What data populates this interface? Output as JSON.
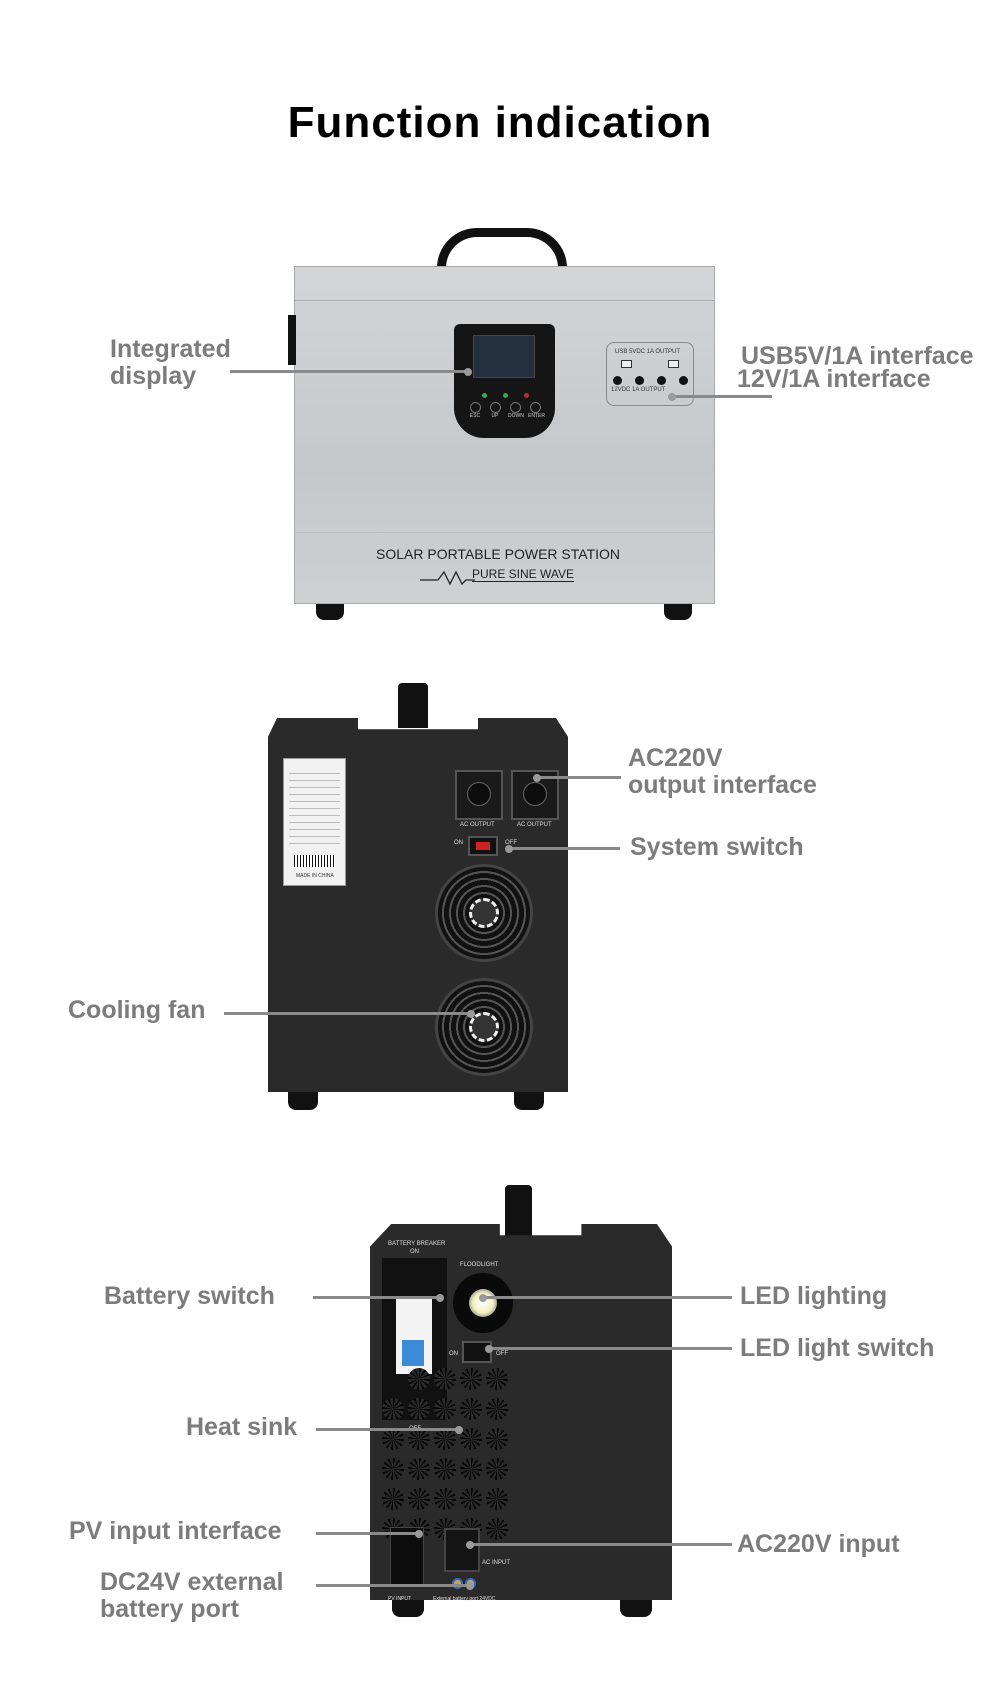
{
  "title": "Function indication",
  "unit_front": {
    "brand_line1": "SOLAR PORTABLE POWER STATION",
    "brand_line2": "PURE SINE WAVE",
    "usb_label": "USB 5VDC 1A OUTPUT",
    "dc_label": "12VDC 1A OUTPUT",
    "buttons": [
      "ESC",
      "UP",
      "DOWN",
      "ENTER"
    ],
    "labels": {
      "display": [
        "Integrated",
        "display"
      ],
      "usb": "USB5V/1A interface",
      "dc": "12V/1A interface"
    }
  },
  "unit_back": {
    "ac_output": "AC OUTPUT",
    "on": "ON",
    "off": "OFF",
    "nameplate": "MADE IN CHINA",
    "labels": {
      "ac_out": [
        "AC220V",
        "output interface"
      ],
      "switch": "System switch",
      "fan": "Cooling fan"
    }
  },
  "unit_side": {
    "breaker": "BATTERY BREAKER",
    "on": "ON",
    "off": "OFF",
    "floodlight": "FLOODLIGHT",
    "ac_input": "AC INPUT",
    "pv_input": "PV INPUT",
    "ext_port": "External battery port 24VDC",
    "labels": {
      "battery_switch": "Battery switch",
      "led": "LED lighting",
      "led_switch": "LED light switch",
      "heat_sink": "Heat sink",
      "pv": "PV input interface",
      "ac_in": "AC220V input",
      "dc24": [
        "DC24V external",
        "battery port"
      ]
    }
  }
}
